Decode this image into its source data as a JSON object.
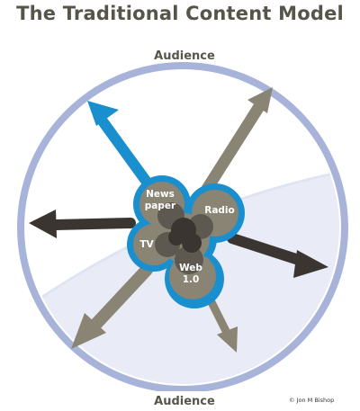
{
  "title": "The Traditional Content Model",
  "audience_top": "Audience",
  "audience_bottom": "Audience",
  "media": {
    "newspaper_line1": "News",
    "newspaper_line2": "paper",
    "radio": "Radio",
    "tv": "TV",
    "web_line1": "Web",
    "web_line2": "1.0"
  },
  "copyright": "© Jon M Bishop",
  "colors": {
    "ring": "#a7b3d9",
    "ring_fill": "#e9ecf6",
    "blue": "#1a8fce",
    "taupe": "#8a8474",
    "dark": "#3a3530",
    "label": "#ffffff",
    "title": "#57544a"
  }
}
